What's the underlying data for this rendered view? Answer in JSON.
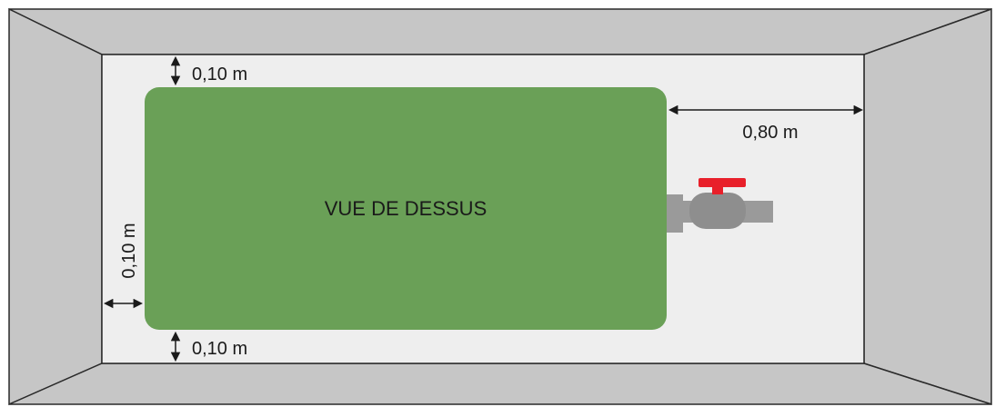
{
  "diagram": {
    "title": "VUE DE DESSUS",
    "dimensions": {
      "top_gap": "0,10 m",
      "right_gap": "0,80 m",
      "left_gap": "0,10 m",
      "bottom_gap": "0,10 m"
    },
    "colors": {
      "tank": "#6aa057",
      "floor": "#eeeeee",
      "walls": "#c6c6c6",
      "outline": "#2a2a2a",
      "valve_body": "#9a9a9a",
      "valve_handle": "#e8202a"
    },
    "icons": {
      "valve": "ball-valve-icon",
      "arrow": "double-arrow-icon"
    }
  }
}
